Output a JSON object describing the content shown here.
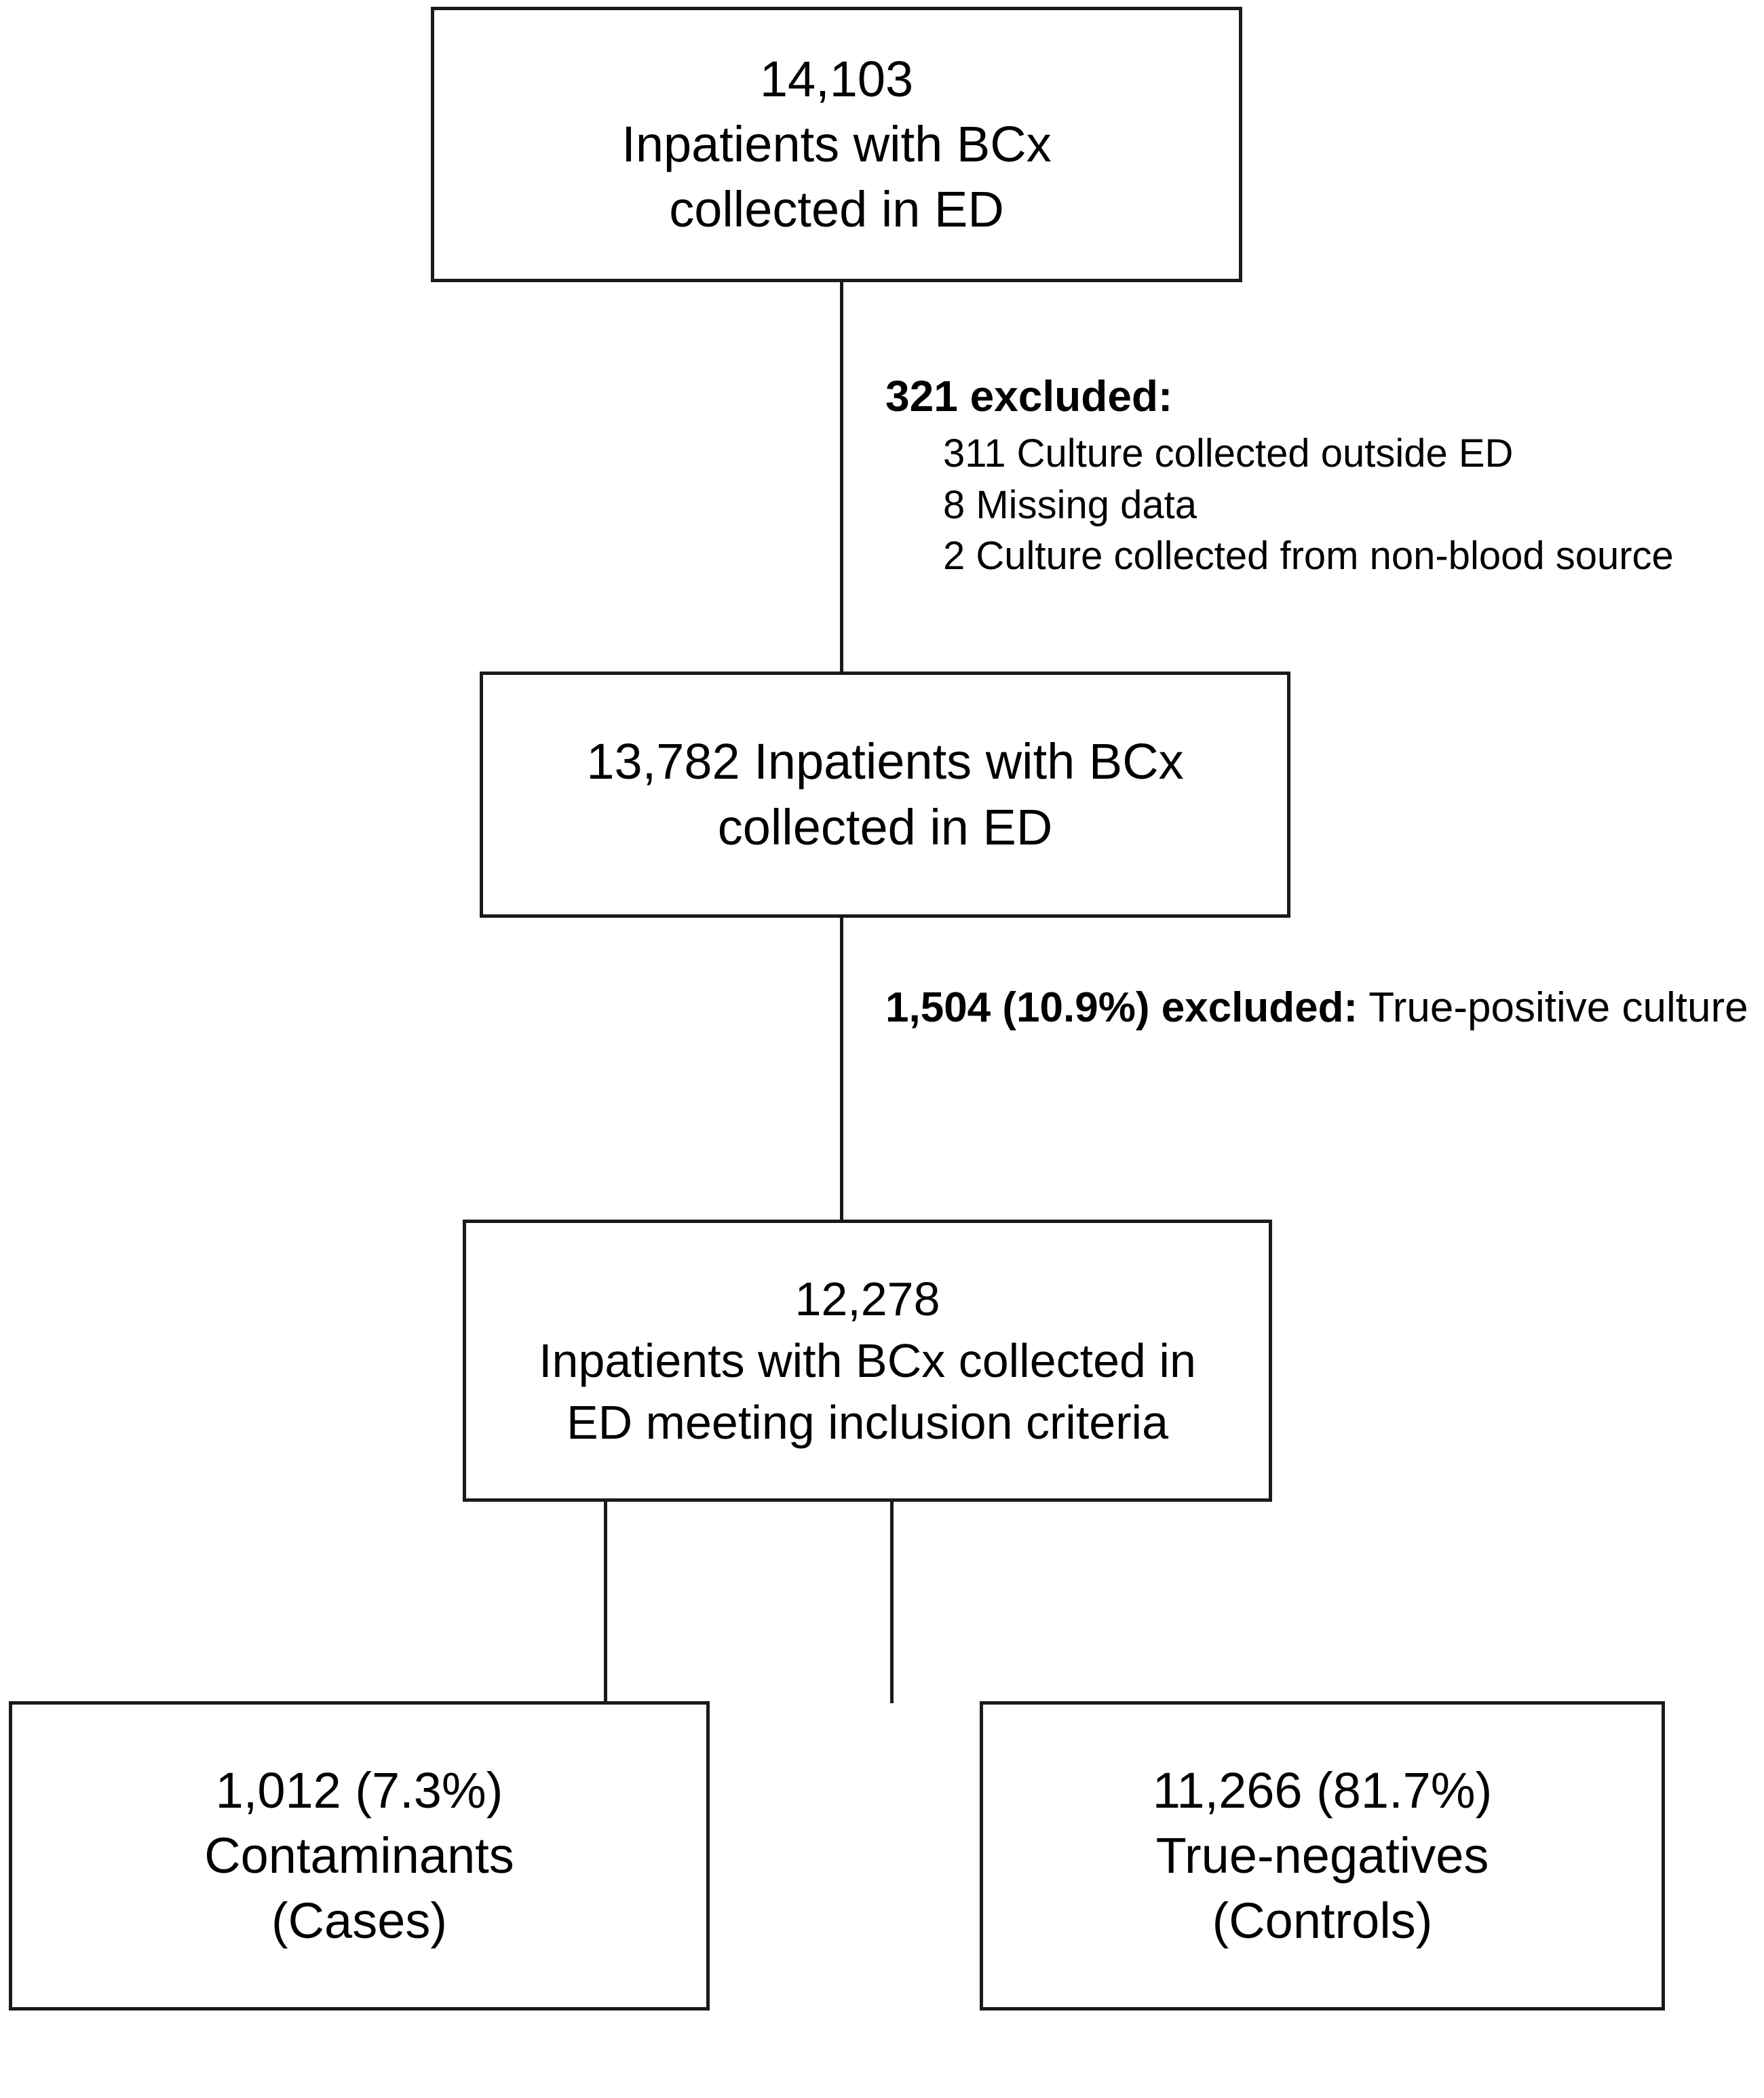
{
  "diagram": {
    "type": "patient-flow-diagram",
    "nodes": [
      {
        "id": "cohort-initial",
        "count": "14,103",
        "lines": [
          "14,103",
          "Inpatients with  BCx",
          "collected  in ED"
        ]
      },
      {
        "id": "cohort-eligible",
        "count": "13,782",
        "lines": [
          "13,782 Inpatients with  BCx",
          "collected  in ED"
        ]
      },
      {
        "id": "cohort-included",
        "count": "12,278",
        "lines": [
          "12,278",
          "Inpatients with BCx collected in",
          "ED meeting inclusion criteria"
        ]
      },
      {
        "id": "outcome-cases",
        "count": "1,012",
        "percent": "7.3%",
        "lines": [
          "1,012 (7.3%)",
          "Contaminants",
          "(Cases)"
        ]
      },
      {
        "id": "outcome-controls",
        "count": "11,266",
        "percent": "81.7%",
        "lines": [
          "11,266 (81.7%)",
          "True-negatives",
          "(Controls)"
        ]
      }
    ],
    "exclusions": [
      {
        "id": "exclusion-initial",
        "heading": "321 excluded:",
        "items": [
          "311 Culture collected outside ED",
          "8 Missing data",
          "2 Culture collected from non-blood source"
        ]
      },
      {
        "id": "exclusion-eligible",
        "heading": "1,504 (10.9%) excluded:",
        "detail": " True-positive culture"
      }
    ]
  }
}
